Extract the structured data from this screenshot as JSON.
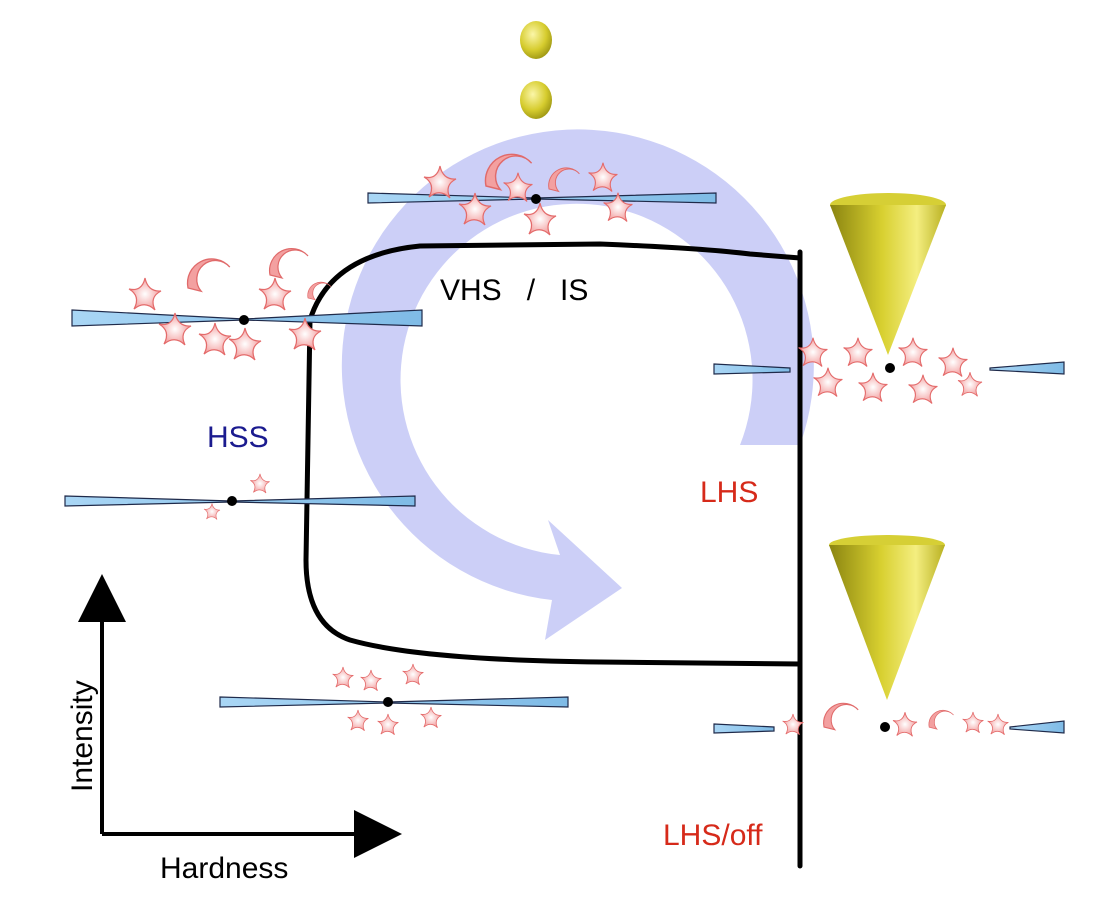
{
  "labels": {
    "vhs_is": "VHS   /   IS",
    "hss": "HSS",
    "lhs": "LHS",
    "lhs_off": "LHS/off",
    "y_axis": "Intensity",
    "x_axis": "Hardness"
  },
  "colors": {
    "track": "#000000",
    "cycle_arrow": "#c9ccf7",
    "hss": "#1b1b8f",
    "lhs": "#d62a1a",
    "text": "#000000",
    "disk": "#9fd0f0",
    "corona": "#f4a3a3",
    "jet": "#d9d12a",
    "blob": "#d8cf38"
  },
  "icons": {
    "disk": "accretion-disk-icon",
    "corona": "corona-cloud-icon",
    "jet": "jet-cone-icon",
    "blob": "ejected-blob-icon"
  }
}
